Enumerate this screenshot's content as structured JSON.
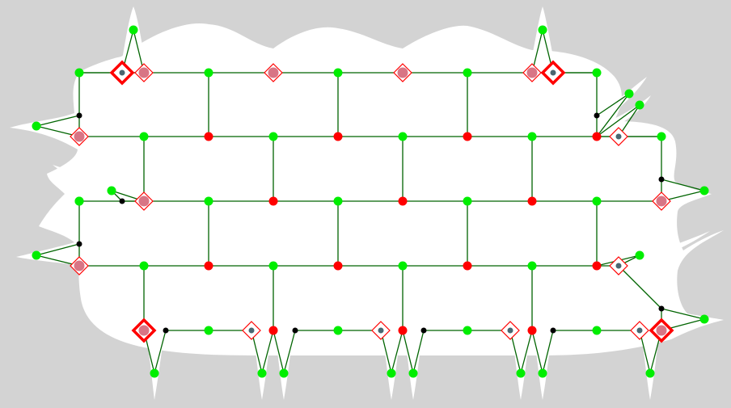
{
  "colors": {
    "background": "#d3d3d3",
    "region": "#ffffff",
    "edge": "#006400",
    "node_green": "#00ee00",
    "node_red": "#ff0000",
    "node_black": "#000000",
    "marker_fill": "#d87585",
    "marker_outline": "#ff0000",
    "marker_dot": "#4a6670"
  },
  "node_types": [
    "green-node",
    "red-node",
    "black-node",
    "diamond-marker",
    "bold-diamond-marker"
  ],
  "text_labels": []
}
